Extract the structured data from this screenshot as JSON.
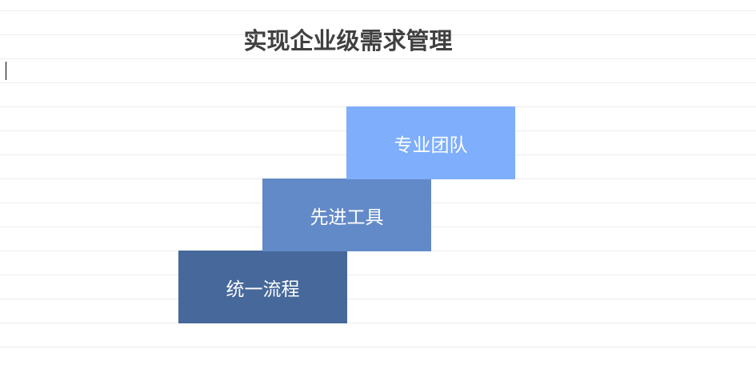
{
  "title": "实现企业级需求管理",
  "steps": [
    {
      "label": "统一流程",
      "color": "#46689b"
    },
    {
      "label": "先进工具",
      "color": "#638ac8"
    },
    {
      "label": "专业团队",
      "color": "#7eaefc"
    }
  ]
}
